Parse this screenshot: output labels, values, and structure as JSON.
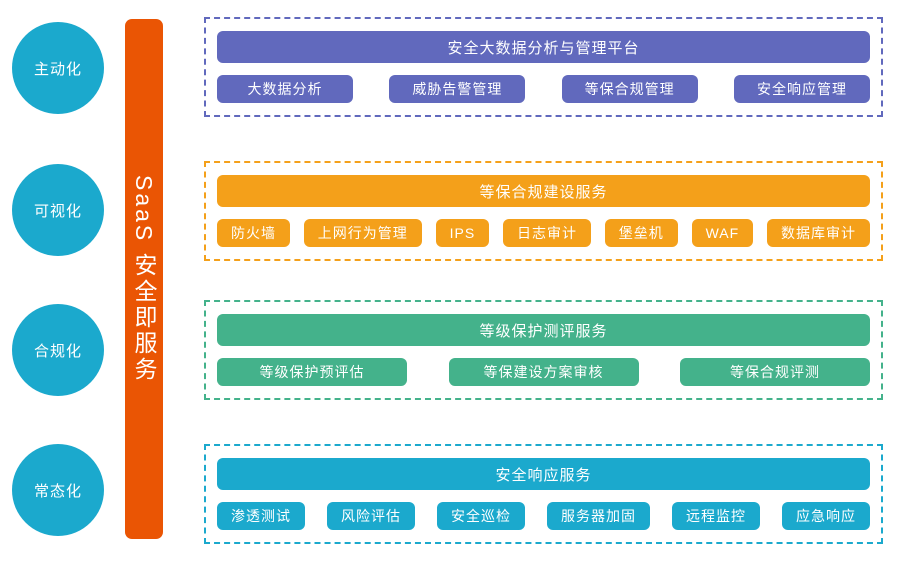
{
  "maturity_column": {
    "items": [
      {
        "label": "主动化"
      },
      {
        "label": "可视化"
      },
      {
        "label": "合规化"
      },
      {
        "label": "常态化"
      }
    ],
    "color": "#1ba9cd"
  },
  "spine": {
    "label": "SaaS 安全即服务",
    "color": "#ea5504"
  },
  "panels": [
    {
      "id": "big-data-platform",
      "color": "#6169bd",
      "header": "安全大数据分析与管理平台",
      "chips": [
        "大数据分析",
        "威胁告警管理",
        "等保合规管理",
        "安全响应管理"
      ]
    },
    {
      "id": "compliance-build-service",
      "color": "#f4a01a",
      "header": "等保合规建设服务",
      "chips": [
        "防火墙",
        "上网行为管理",
        "IPS",
        "日志审计",
        "堡垒机",
        "WAF",
        "数据库审计"
      ]
    },
    {
      "id": "grading-evaluation-service",
      "color": "#44b28b",
      "header": "等级保护测评服务",
      "chips": [
        "等级保护预评估",
        "等保建设方案审核",
        "等保合规评测"
      ]
    },
    {
      "id": "security-response-service",
      "color": "#1ba9cd",
      "header": "安全响应服务",
      "chips": [
        "渗透测试",
        "风险评估",
        "安全巡检",
        "服务器加固",
        "远程监控",
        "应急响应"
      ]
    }
  ]
}
